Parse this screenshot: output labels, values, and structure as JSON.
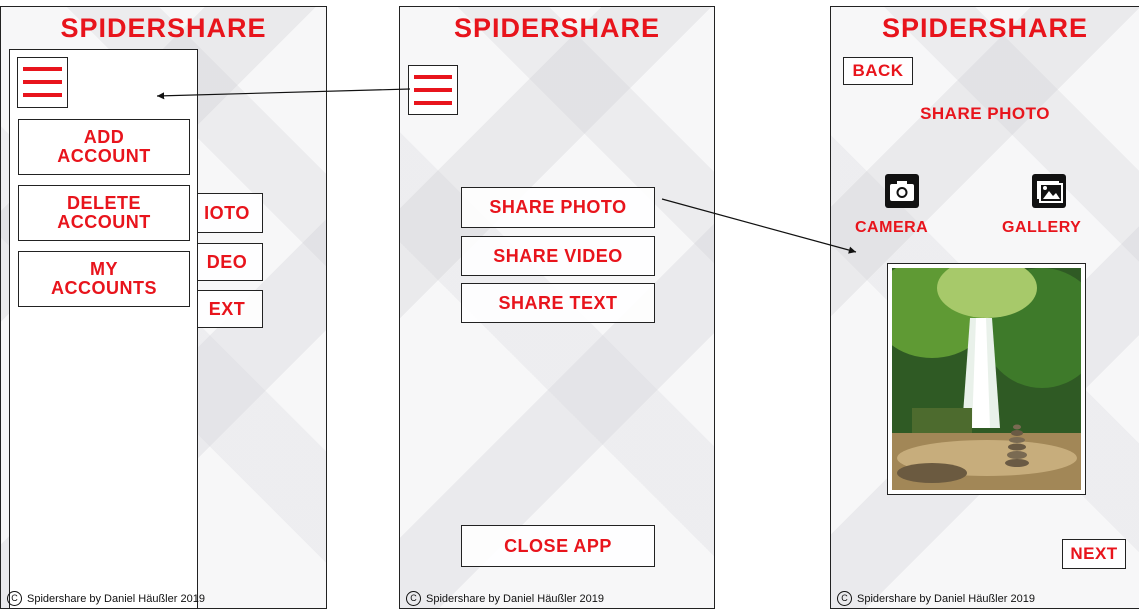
{
  "app_title": "SPIDERSHARE",
  "footer_text": "Spidershare by Daniel Häußler 2019",
  "footer_icon": "copyright-icon",
  "colors": {
    "accent": "#e8141c",
    "border": "#222222"
  },
  "screen1": {
    "drawer_items": [
      "ADD\nACCOUNT",
      "DELETE\nACCOUNT",
      "MY\nACCOUNTS"
    ],
    "partial_buttons": [
      "IOTO",
      "DEO",
      "EXT"
    ]
  },
  "screen2": {
    "buttons": [
      "SHARE PHOTO",
      "SHARE VIDEO",
      "SHARE TEXT"
    ],
    "close_button": "CLOSE APP"
  },
  "screen3": {
    "back_button": "BACK",
    "heading": "SHARE PHOTO",
    "camera_label": "CAMERA",
    "gallery_label": "GALLERY",
    "camera_icon": "camera-icon",
    "gallery_icon": "gallery-icon",
    "image_content": "waterfall-photo",
    "next_button": "NEXT"
  }
}
